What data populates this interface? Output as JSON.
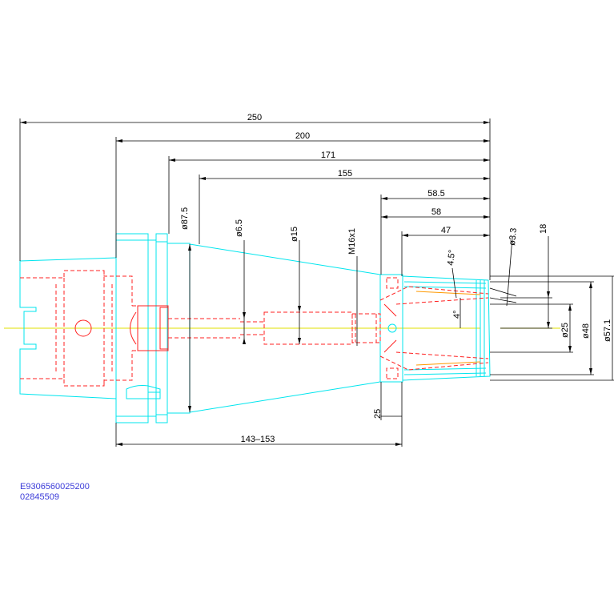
{
  "dimensions": {
    "d250": "250",
    "d200": "200",
    "d171": "171",
    "d155": "155",
    "d58_5": "58.5",
    "d58": "58",
    "d47": "47",
    "d18": "18",
    "d3_3": "ø3.3",
    "d87_5": "ø87.5",
    "d6_5": "ø6.5",
    "d15": "ø15",
    "m16": "M16x1",
    "a4_5": "4.5°",
    "a4": "4°",
    "d25": "ø25",
    "d48": "ø48",
    "d57_1": "ø57.1",
    "d25_len": "25",
    "d143_153": "143–153"
  },
  "part_codes": {
    "code1": "E9306560025200",
    "code2": "02845509"
  },
  "colors": {
    "outline": "#00e5ee",
    "hidden": "#ff2020",
    "centerline": "#e0e000",
    "dimension": "#000000",
    "code_text": "#3b3bd9"
  }
}
